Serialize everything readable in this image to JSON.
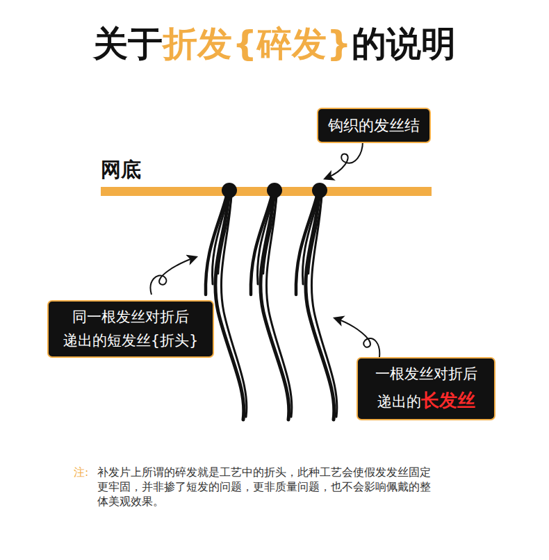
{
  "diagram": {
    "title": "关于折发{碎发}的说明",
    "nodes": [
      {
        "text": [
          "钩织的发丝结"
        ]
      },
      {
        "text": [
          "同一根发丝对折后 递出的短发丝{折头}"
        ]
      },
      {
        "text": [
          "一根发丝对折后 递出的长发丝"
        ]
      }
    ],
    "edges": [],
    "labels": [
      "网底",
      "注:",
      "补发片上所谓的碎发就是工艺中的折头，此种工艺会使假发发丝固定 更牢固，并非掺了短发的问题，更非质量问题，也不会影响佩戴的整 体美观效果。"
    ]
  }
}
